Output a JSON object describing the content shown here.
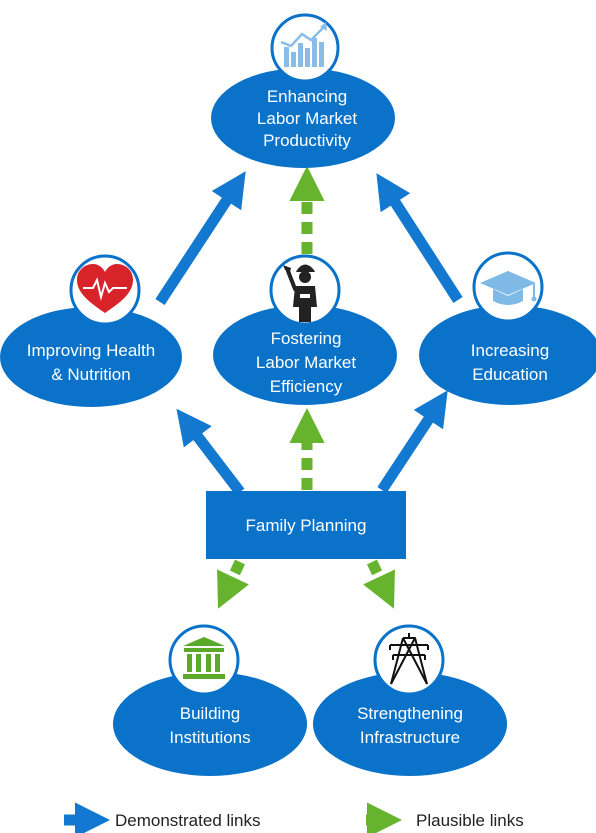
{
  "colors": {
    "node_fill": "#0a72c9",
    "demonstrated": "#1278d0",
    "plausible": "#66b32e",
    "icon_ring": "#0a72c9",
    "heart": "#d8232a",
    "institution": "#5aa928"
  },
  "nodes": {
    "productivity": {
      "lines": [
        "Enhancing",
        "Labor Market",
        "Productivity"
      ],
      "icon": "chart-icon"
    },
    "health": {
      "lines": [
        "Improving Health",
        "& Nutrition"
      ],
      "icon": "heart-icon"
    },
    "efficiency": {
      "lines": [
        "Fostering",
        "Labor Market",
        "Efficiency"
      ],
      "icon": "worker-icon"
    },
    "education": {
      "lines": [
        "Increasing",
        "Education"
      ],
      "icon": "graduation-cap-icon"
    },
    "family_planning": {
      "lines": [
        "Family Planning"
      ]
    },
    "institutions": {
      "lines": [
        "Building",
        "Institutions"
      ],
      "icon": "institution-icon"
    },
    "infrastructure": {
      "lines": [
        "Strengthening",
        "Infrastructure"
      ],
      "icon": "power-tower-icon"
    }
  },
  "links": [
    {
      "from": "health",
      "to": "productivity",
      "type": "demonstrated"
    },
    {
      "from": "efficiency",
      "to": "productivity",
      "type": "plausible"
    },
    {
      "from": "education",
      "to": "productivity",
      "type": "demonstrated"
    },
    {
      "from": "family_planning",
      "to": "health",
      "type": "demonstrated"
    },
    {
      "from": "family_planning",
      "to": "efficiency",
      "type": "plausible"
    },
    {
      "from": "family_planning",
      "to": "education",
      "type": "demonstrated"
    },
    {
      "from": "family_planning",
      "to": "institutions",
      "type": "plausible"
    },
    {
      "from": "family_planning",
      "to": "infrastructure",
      "type": "plausible"
    }
  ],
  "legend": {
    "demonstrated": "Demonstrated links",
    "plausible": "Plausible links"
  }
}
